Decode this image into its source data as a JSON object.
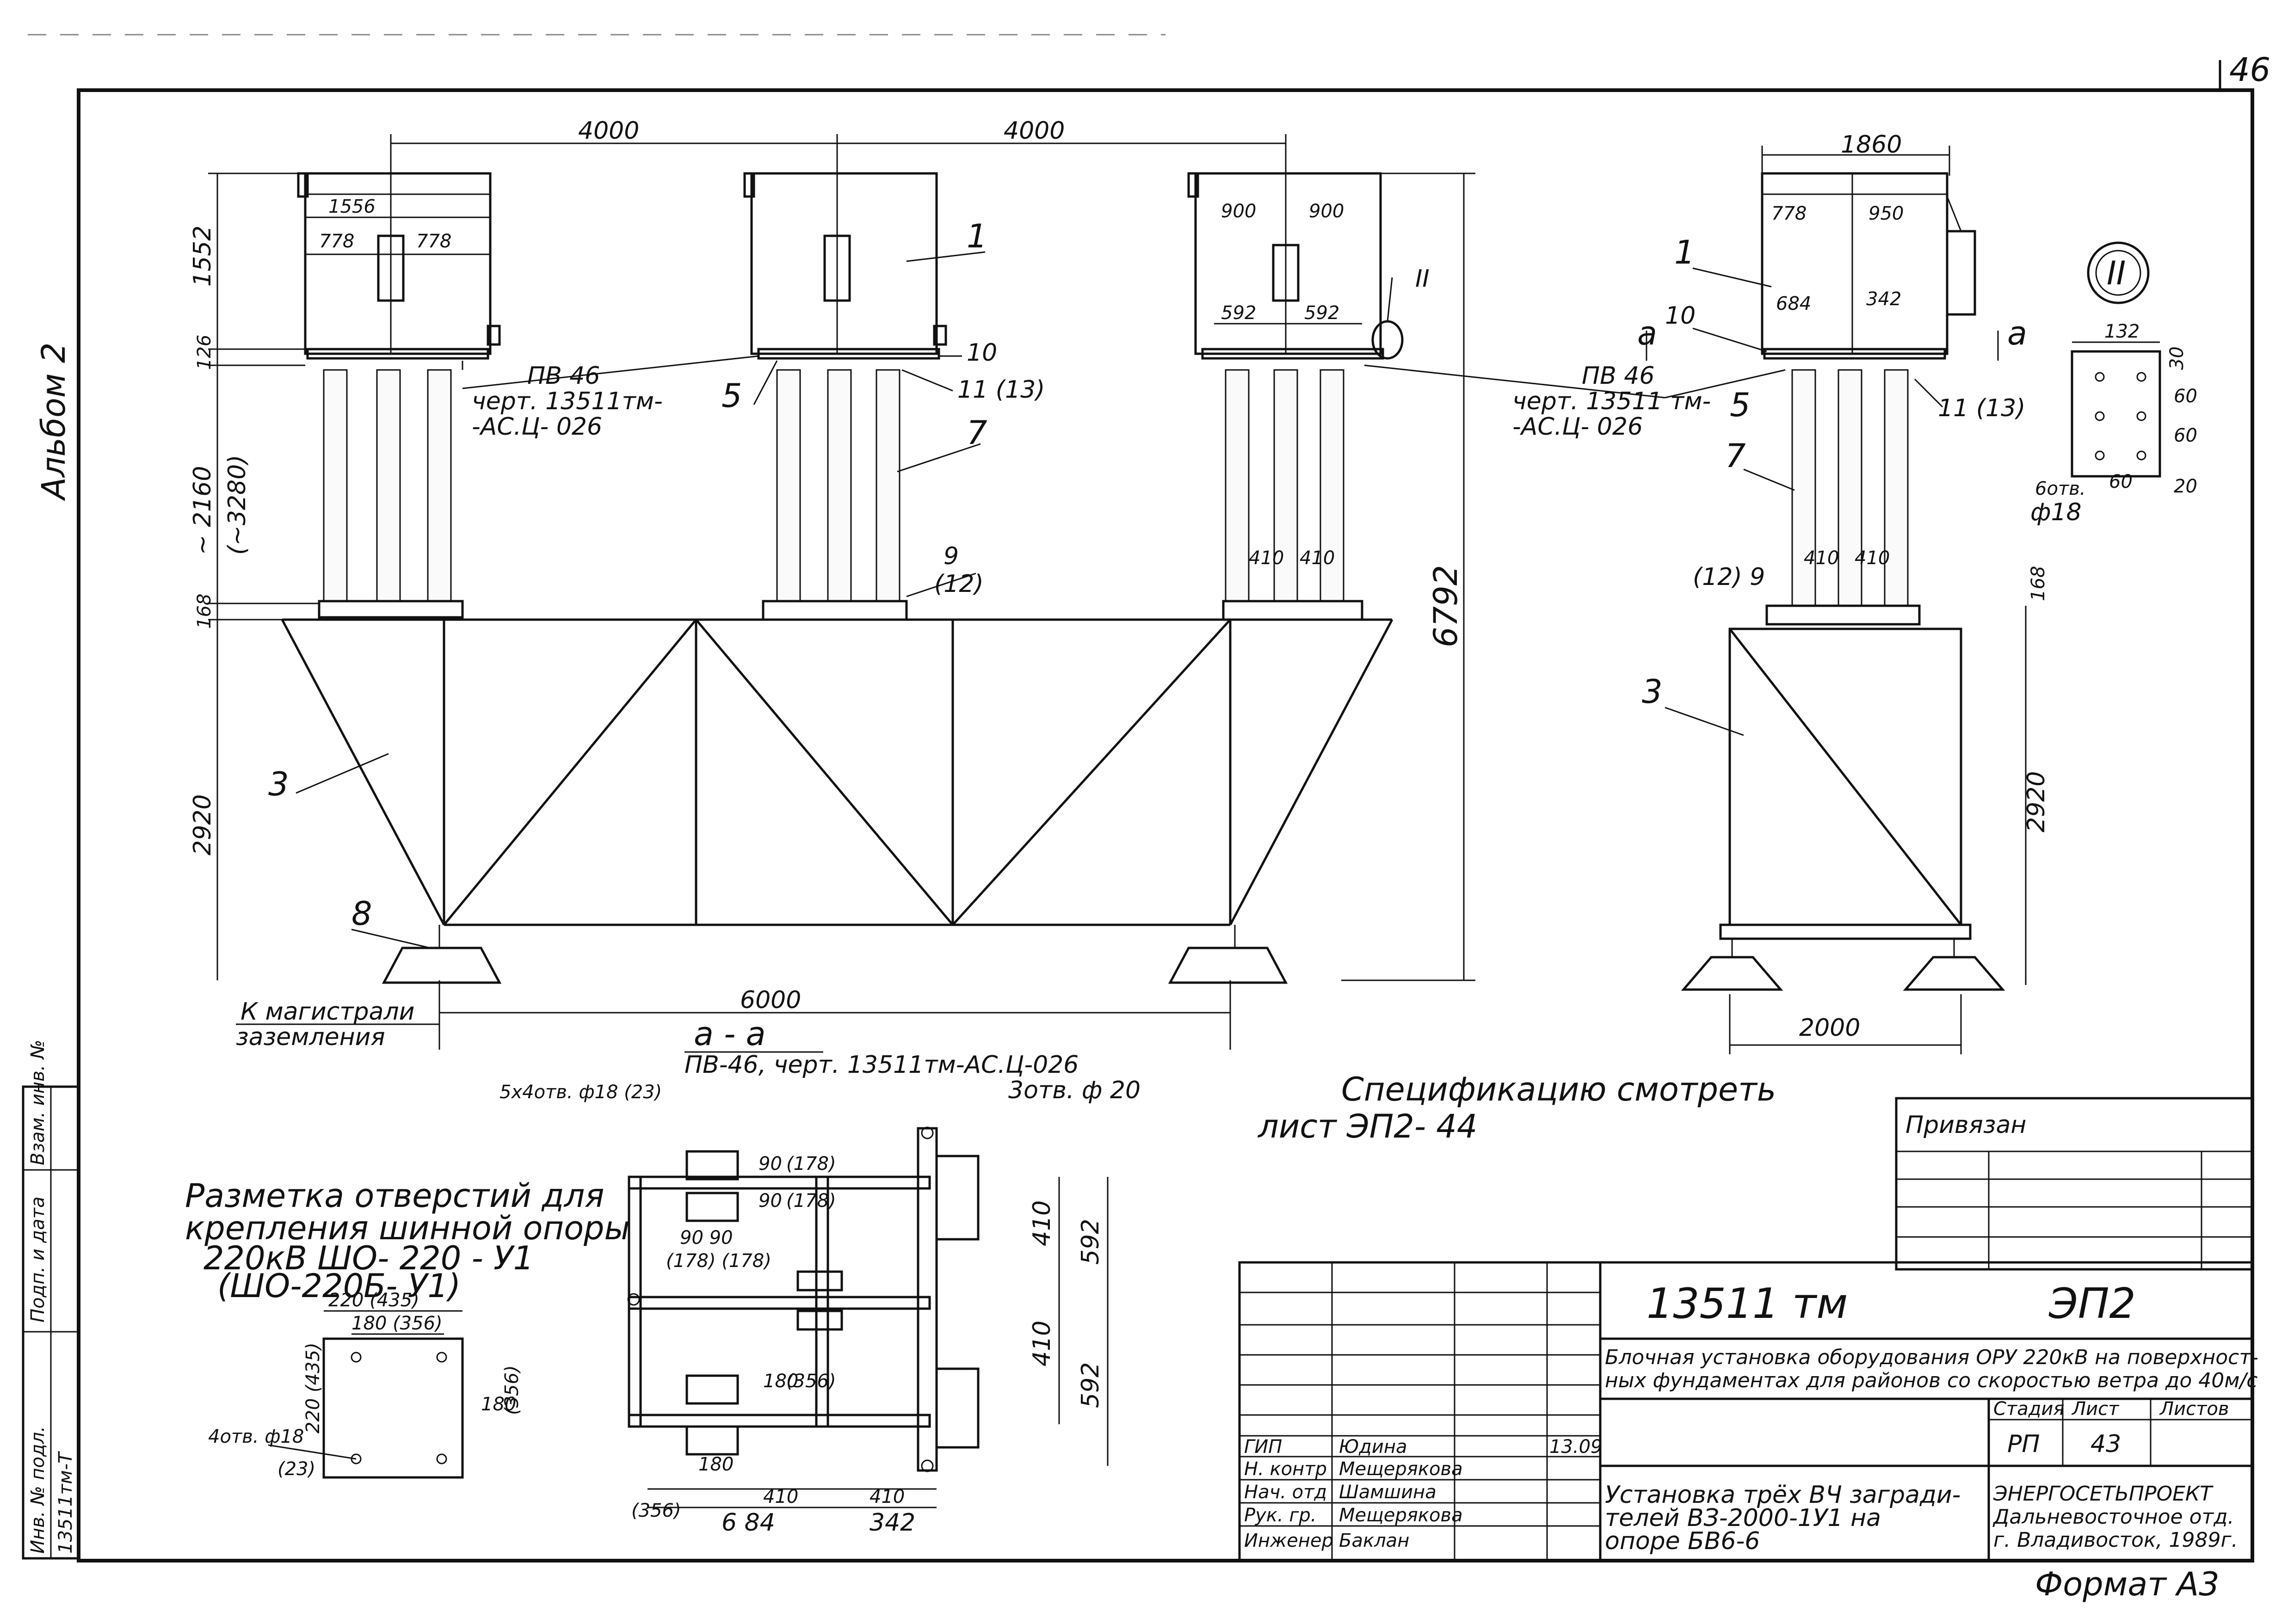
{
  "sheet": {
    "sheet_number": "46",
    "album": "Альбом 2",
    "format": "Формат А3"
  },
  "dimensions": {
    "span_left": "4000",
    "span_right": "4000",
    "top_width_1556": "1556",
    "half_778_a": "778",
    "half_778_b": "778",
    "d_900_a": "900",
    "d_900_b": "900",
    "d_592_a": "592",
    "d_592_b": "592",
    "d_410_a": "410",
    "d_410_b": "410",
    "h_1552": "1552",
    "h_126": "126",
    "h_2160": "~ 2160",
    "h_3280": "(~3280)",
    "h_168": "168",
    "h_2920": "2920",
    "h_6792": "6792",
    "base_6000": "6000",
    "right_1860": "1860",
    "right_778": "778",
    "right_950": "950",
    "right_684": "684",
    "right_342": "342",
    "right_410_a": "410",
    "right_410_b": "410",
    "right_168": "168",
    "right_2920": "2920",
    "right_2000": "2000"
  },
  "labels": {
    "pos1_a": "1",
    "pos1_b": "1",
    "pos3_a": "3",
    "pos3_b": "3",
    "pos5_a": "5",
    "pos5_b": "5",
    "pos7_a": "7",
    "pos7_b": "7",
    "pos8": "8",
    "pos9_a": "9",
    "pos12_a": "(12)",
    "pos9_b": "(12) 9",
    "pos10_a": "10",
    "pos10_b": "10",
    "pos11_a": "11 (13)",
    "pos11_b": "11 (13)",
    "callout_II": "II",
    "pv46_left": "ПВ 46",
    "pv46_left_ref": "черт. 13511тм-",
    "pv46_left_ref2": "-АС.Ц- 026",
    "pv46_right": "ПВ 46",
    "pv46_right_ref": "черт. 13511 тм-",
    "pv46_right_ref2": "-АС.Ц- 026",
    "section_a1": "а",
    "section_a2": "а",
    "grounding_1": "К магистрали",
    "grounding_2": "заземления",
    "section_title": "а - а",
    "section_ref": "ПВ-46, черт. 13511тм-АС.Ц-026",
    "spec_1": "Спецификацию смотреть",
    "spec_2": "лист ЭП2- 44"
  },
  "detail_II": {
    "title": "II",
    "w_132": "132",
    "d30": "30",
    "d60_a": "60",
    "d60_b": "60",
    "d60_c": "60",
    "d20": "20",
    "holes": "6отв.",
    "dia": "ф18"
  },
  "marking": {
    "title_1": "Разметка отверстий для",
    "title_2": "крепления шинной опоры",
    "title_3": "220кВ  ШО- 220 - У1",
    "title_4": "(ШО-220Б- У1)",
    "w_220": "220 (435)",
    "w_180": "180 (356)",
    "h_220": "220 (435)",
    "h_180": "180",
    "h_356": "(356)",
    "holes": "4отв. ф18",
    "holes_alt": "(23)"
  },
  "section_plan": {
    "holes_5x4": "5х4отв. ф18 (23)",
    "holes_3": "3отв. ф 20",
    "d90a": "90",
    "d90b": "90",
    "d178a": "(178)",
    "d178b": "(178)",
    "d90_90": "90 90",
    "d178_178": "(178)  (178)",
    "d180": "180",
    "d356": "(356)",
    "d180b": "180",
    "d356b": "(356)",
    "d410_v1": "410",
    "d410_v2": "410",
    "d592_v1": "592",
    "d592_v2": "592",
    "b410a": "410",
    "b410b": "410",
    "b684": "6 84",
    "b342": "342"
  },
  "title_block": {
    "privyazan": "Привязан",
    "code": "13511 тм",
    "sheet_code": "ЭП2",
    "desc_1": "Блочная установка оборудования ОРУ 220кВ на поверхност-",
    "desc_2": "ных фундаментах для районов со скоростью ветра до 40м/с",
    "stage_label": "Стадия",
    "sheet_label": "Лист",
    "sheets_label": "Листов",
    "stage": "РП",
    "sheet": "43",
    "title_1": "Установка трёх ВЧ загради-",
    "title_2": "телей ВЗ-2000-1У1 на",
    "title_3": "опоре БВ6-6",
    "org_1": "ЭНЕРГОСЕТЬПРОЕКТ",
    "org_2": "Дальневосточное отд.",
    "org_3": "г. Владивосток, 1989г.",
    "roles": [
      {
        "role": "ГИП",
        "name": "Юдина",
        "date": "13.09"
      },
      {
        "role": "Н. контр",
        "name": "Мещерякова",
        "date": ""
      },
      {
        "role": "Нач. отд",
        "name": "Шамшина",
        "date": ""
      },
      {
        "role": "Рук. гр.",
        "name": "Мещерякова",
        "date": ""
      },
      {
        "role": "Инженер",
        "name": "Баклан",
        "date": ""
      }
    ]
  },
  "side_stamp": {
    "inv": "Инв. № подл.",
    "podp": "Подп. и дата",
    "vzam": "Взам. инв. №",
    "inv_value": "13511тм-Т"
  }
}
